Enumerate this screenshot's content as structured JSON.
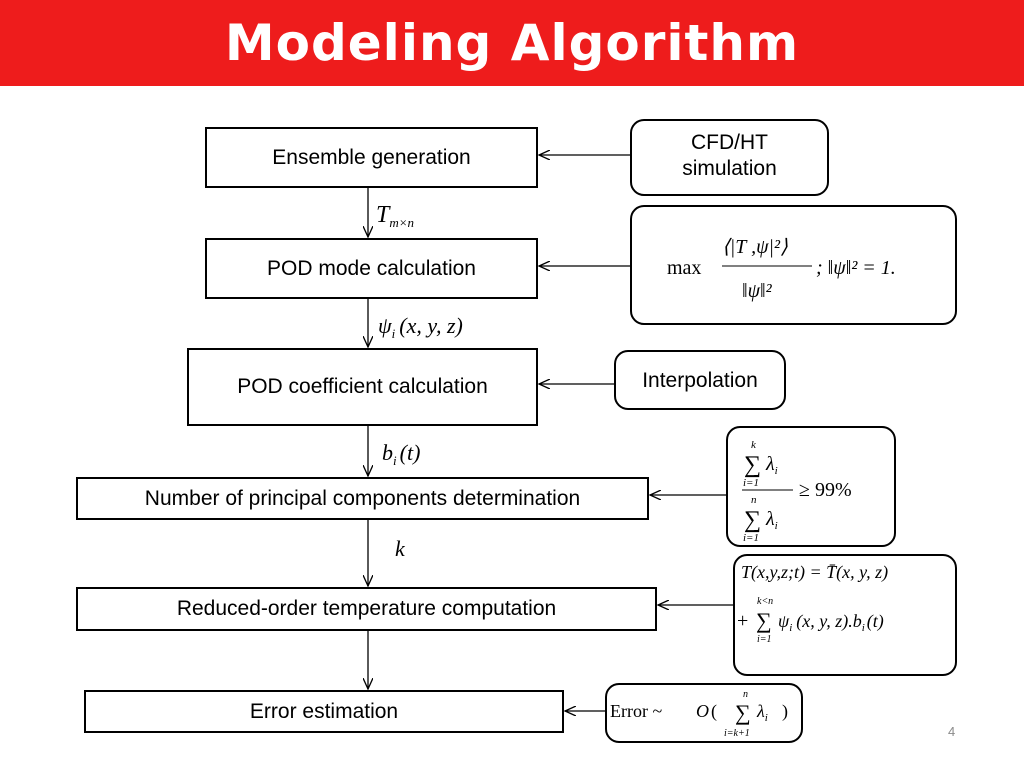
{
  "title": "Modeling Algorithm",
  "page_number": "4",
  "flow_steps": [
    {
      "id": "ensemble",
      "label": "Ensemble generation"
    },
    {
      "id": "pod-mode",
      "label": "POD mode calculation"
    },
    {
      "id": "pod-coef",
      "label": "POD coefficient calculation"
    },
    {
      "id": "npc",
      "label": "Number of principal components determination"
    },
    {
      "id": "rom",
      "label": "Reduced-order temperature computation"
    },
    {
      "id": "error",
      "label": "Error estimation"
    }
  ],
  "side_inputs": {
    "cfd": "CFD/HT\nsimulation",
    "interp": "Interpolation"
  },
  "arrow_labels": {
    "t1": "T",
    "t1_sub": "m×n",
    "t2": "ψ",
    "t2_sub": "i",
    "t2_args": "(x, y, z)",
    "t3": "b",
    "t3_sub": "i",
    "t3_args": "(t)",
    "t4": "k"
  },
  "formulas": {
    "pod_max": {
      "max": "max",
      "num": "⟨|T ,ψ|²⟩",
      "den": "‖ψ‖²",
      "tail": "; ‖ψ‖² = 1."
    },
    "npc_ratio": {
      "top_sum_upper": "k",
      "top_sum_lower": "i=1",
      "top_term": "λ",
      "top_sub": "i",
      "bot_sum_upper": "n",
      "bot_sum_lower": "i=1",
      "bot_term": "λ",
      "bot_sub": "i",
      "rhs": "≥ 99%"
    },
    "rom": {
      "line1": "T(x,y,z;t) = T̄(x, y, z)",
      "plus": "+",
      "sum_upper": "k<n",
      "sum_lower": "i=1",
      "term": "ψ",
      "term_sub": "i",
      "term_tail": "(x, y, z).b",
      "b_sub": "i",
      "b_tail": "(t)"
    },
    "error": {
      "prefix": "Error ~ ",
      "O": "O",
      "open": "(",
      "sum_upper": "n",
      "sum_lower": "i=k+1",
      "term": "λ",
      "term_sub": "i",
      "close": ")"
    }
  }
}
